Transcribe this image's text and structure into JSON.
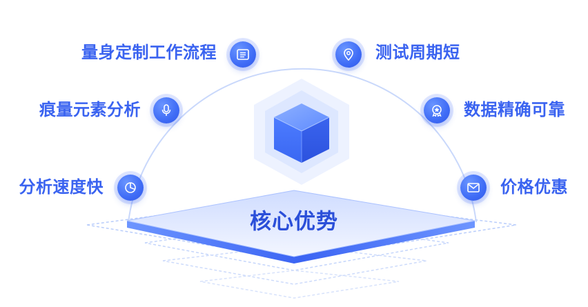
{
  "center": {
    "label": "核心优势"
  },
  "features": [
    {
      "label": "量身定制工作流程",
      "icon": "list-icon"
    },
    {
      "label": "测试周期短",
      "icon": "location-pin-icon"
    },
    {
      "label": "痕量元素分析",
      "icon": "microphone-icon"
    },
    {
      "label": "数据精确可靠",
      "icon": "award-badge-icon"
    },
    {
      "label": "分析速度快",
      "icon": "pie-chart-icon"
    },
    {
      "label": "价格优惠",
      "icon": "envelope-icon"
    }
  ],
  "colors": {
    "accent": "#3f6cf6",
    "label": "#3a63f0",
    "center_label": "#2b4fd9",
    "arc": "#c9d8fb"
  }
}
